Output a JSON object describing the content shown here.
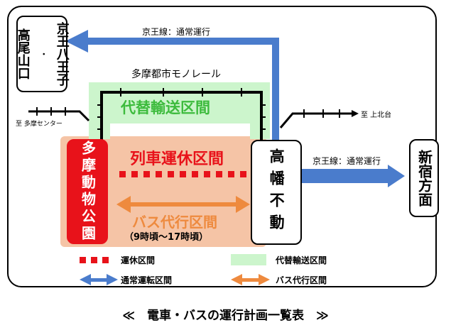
{
  "stations": {
    "takaosanguchi": "高尾山口",
    "keio_hachioji": "京王八王子",
    "dot": "・",
    "tama_zoo": "多摩動物公園",
    "takahatafudo": "高幡不動",
    "shinjuku": "新宿方面"
  },
  "labels": {
    "keio_normal_top": "京王線：通常運行",
    "keio_normal_right": "京王線：通常運行",
    "monorail": "多摩都市モノレール",
    "alt_transport": "代替輸送区間",
    "suspended": "列車運休区間",
    "bus": "バス代行区間",
    "bus_hours": "（9時頃～17時頃）",
    "to_tama_center": "至 多摩センター",
    "to_kamikitadai": "至 上北台"
  },
  "legend": {
    "suspended": "運休区間",
    "alt": "代替輸送区間",
    "normal": "通常運転区間",
    "bus": "バス代行区間"
  },
  "caption": "≪　電車・バスの運行計画一覧表　≫",
  "colors": {
    "blue": "#4a7ccc",
    "red": "#e8121a",
    "orange": "#ee8a3e",
    "salmon": "#f5c4a6",
    "green": "#ccf5cc",
    "green_text": "#3dbb3d"
  }
}
